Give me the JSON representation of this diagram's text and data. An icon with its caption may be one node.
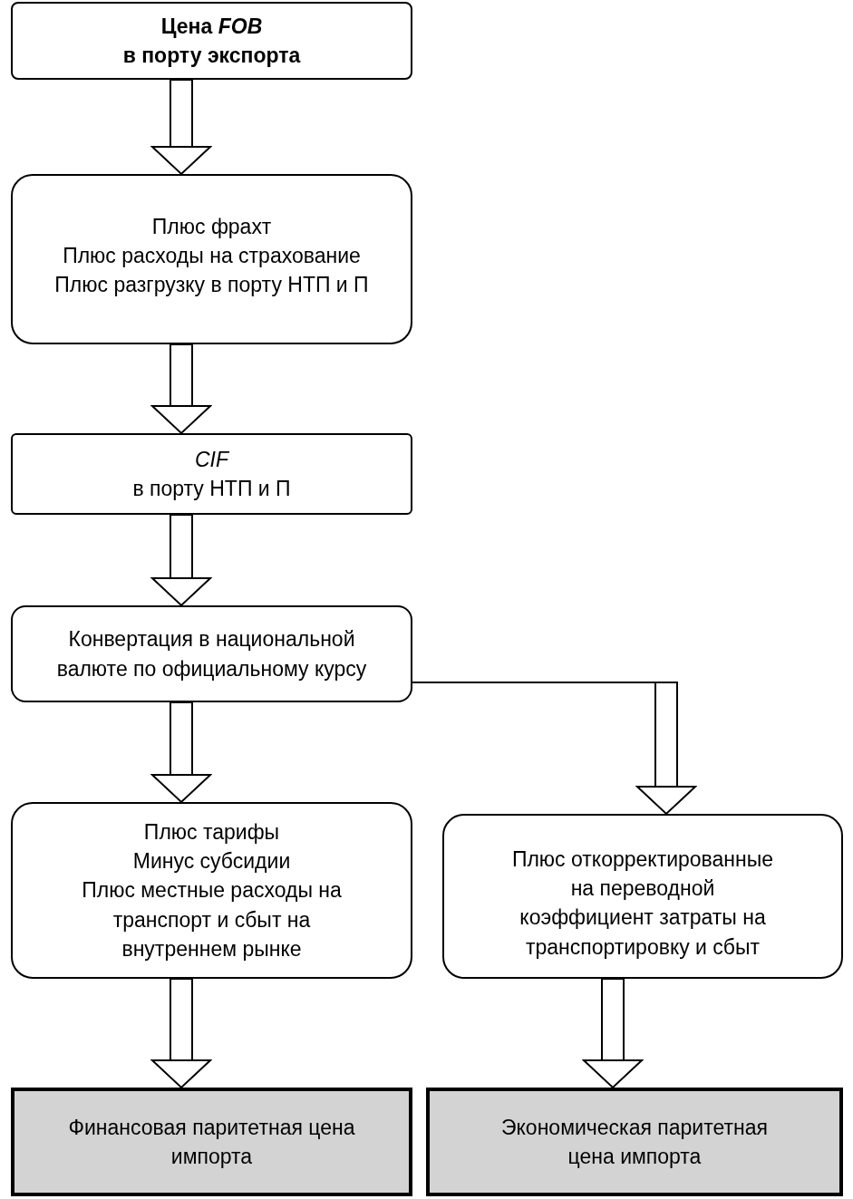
{
  "diagram": {
    "nodes": [
      {
        "text": [
          "Цена *FOB*",
          "в порту экспорта"
        ]
      },
      {
        "text": [
          "Плюс фрахт",
          "Плюс расходы на страхование",
          "Плюс разгрузку в порту НТП и П"
        ]
      },
      {
        "text": [
          "*CIF* в порту НТП и П"
        ]
      },
      {
        "text": [
          "Конвертация в национальной валюте по официальному курсу"
        ]
      },
      {
        "text": [
          "Плюс тарифы",
          "Минус субсидии",
          "Плюс местные расходы на транспорт и сбыт на внутреннем рынке"
        ]
      },
      {
        "text": [
          "Плюс откорректированные на переводной коэффициент затраты на транспортировку и сбыт"
        ]
      },
      {
        "text": [
          "Финансовая паритетная цена импорта"
        ]
      },
      {
        "text": [
          "Экономическая паритетная цена импорта"
        ]
      }
    ],
    "edges": [
      {
        "from": 0,
        "to": 1,
        "arrow": "to"
      },
      {
        "from": 1,
        "to": 2,
        "arrow": "to"
      },
      {
        "from": 2,
        "to": 3,
        "arrow": "to"
      },
      {
        "from": 3,
        "to": 4,
        "arrow": "to"
      },
      {
        "from": 3,
        "to": 5,
        "arrow": "to"
      },
      {
        "from": 4,
        "to": 6,
        "arrow": "to"
      },
      {
        "from": 5,
        "to": 7,
        "arrow": "to"
      }
    ]
  }
}
